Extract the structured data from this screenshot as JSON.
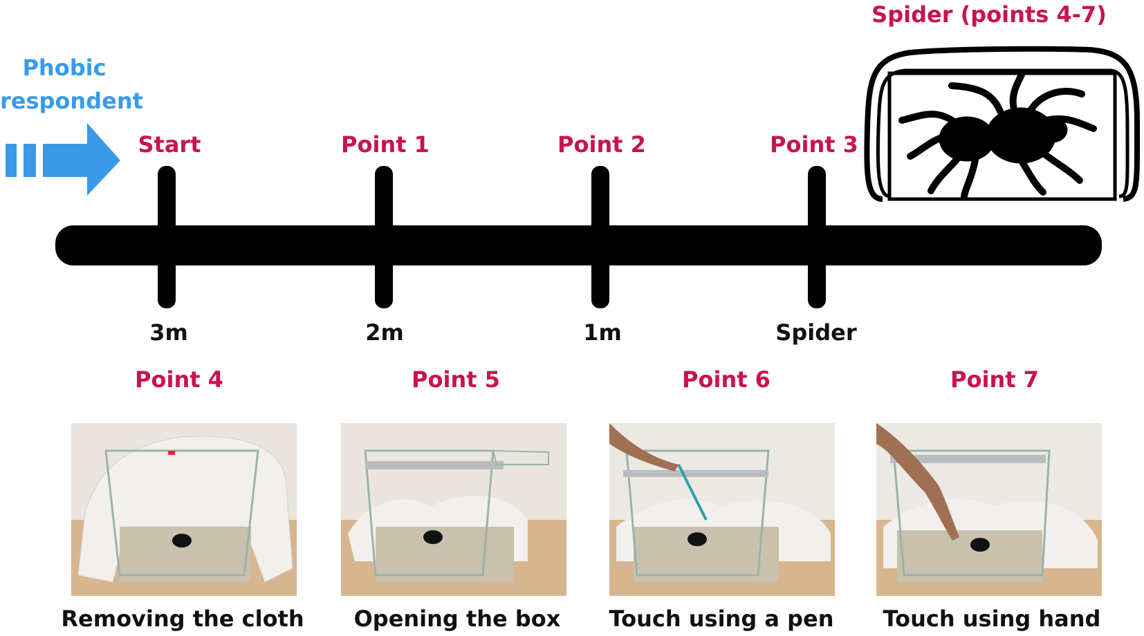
{
  "respondent": {
    "line1": "Phobic",
    "line2": "respondent"
  },
  "spider_box_title": "Spider (points 4-7)",
  "timeline": {
    "points": [
      {
        "label": "Start",
        "distance": "3m"
      },
      {
        "label": "Point 1",
        "distance": "2m"
      },
      {
        "label": "Point 2",
        "distance": "1m"
      },
      {
        "label": "Point 3",
        "distance": "Spider"
      }
    ]
  },
  "stages": [
    {
      "label": "Point 4",
      "caption": "Removing the cloth"
    },
    {
      "label": "Point 5",
      "caption": "Opening the box"
    },
    {
      "label": "Point 6",
      "caption": "Touch using a pen"
    },
    {
      "label": "Point 7",
      "caption": "Touch using hand"
    }
  ],
  "colors": {
    "point_label": "#c8144a",
    "respondent": "#3a9ae8",
    "line": "#000000"
  }
}
